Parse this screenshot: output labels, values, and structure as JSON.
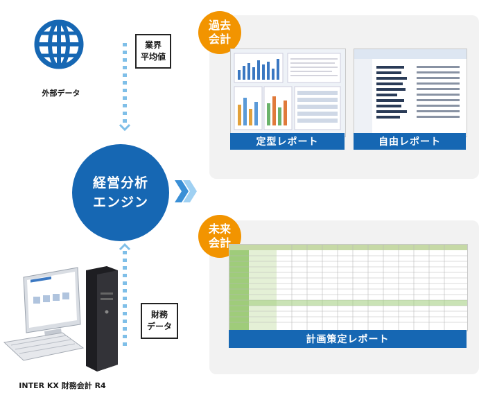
{
  "external": {
    "label": "外部データ",
    "icon": "globe-icon"
  },
  "industry_box": {
    "line1": "業界",
    "line2": "平均値"
  },
  "finance_box": {
    "line1": "財務",
    "line2": "データ"
  },
  "engine": {
    "line1": "経営分析",
    "line2": "エンジン"
  },
  "product": {
    "label": "INTER KX 財務会計 R4"
  },
  "past": {
    "badge_line1": "過去",
    "badge_line2": "会計",
    "reports": [
      {
        "label": "定型レポート"
      },
      {
        "label": "自由レポート"
      }
    ]
  },
  "future": {
    "badge_line1": "未来",
    "badge_line2": "会計",
    "report": {
      "label": "計画策定レポート"
    }
  },
  "colors": {
    "primary": "#1667b3",
    "accent": "#f29400",
    "dash": "#7fbfe8",
    "panel": "#f2f2f2"
  }
}
